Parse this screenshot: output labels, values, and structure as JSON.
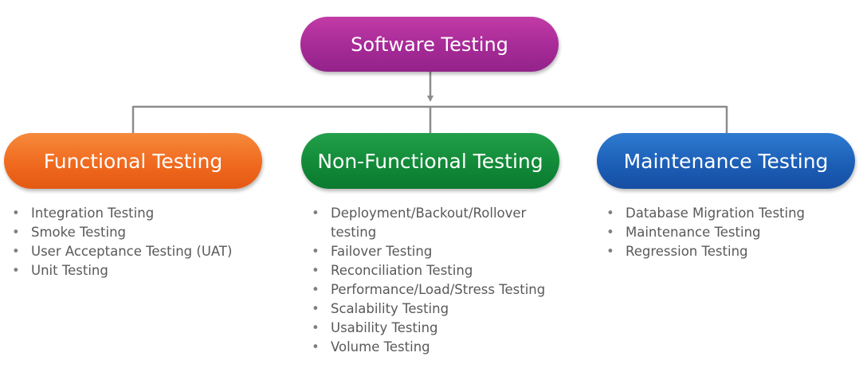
{
  "root": {
    "label": "Software Testing"
  },
  "categories": [
    {
      "label": "Functional Testing",
      "items": [
        "Integration Testing",
        "Smoke Testing",
        "User Acceptance Testing (UAT)",
        "Unit Testing"
      ]
    },
    {
      "label": "Non-Functional Testing",
      "items": [
        "Deployment/Backout/Rollover testing",
        "Failover Testing",
        "Reconciliation Testing",
        "Performance/Load/Stress Testing",
        "Scalability Testing",
        "Usability Testing",
        "Volume Testing"
      ]
    },
    {
      "label": "Maintenance Testing",
      "items": [
        "Database Migration Testing",
        "Maintenance Testing",
        "Regression Testing"
      ]
    }
  ],
  "colors": {
    "root": "#a62a97",
    "functional": "#f06a1f",
    "non_functional": "#128a38",
    "maintenance": "#1c5fb7",
    "connector": "#8c8c8c",
    "item_text": "#595959"
  }
}
